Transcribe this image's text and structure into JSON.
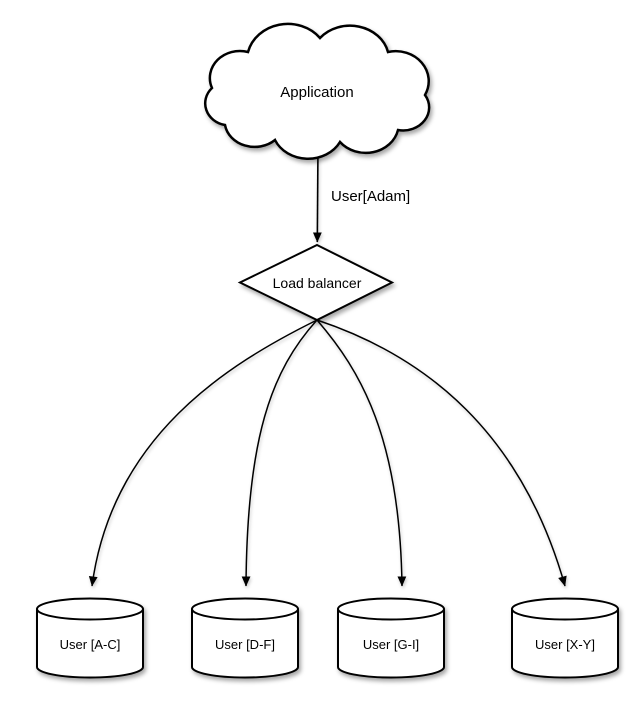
{
  "diagram": {
    "type": "sharding-architecture",
    "nodes": {
      "application": {
        "label": "Application",
        "shape": "cloud"
      },
      "load_balancer": {
        "label": "Load balancer",
        "shape": "diamond"
      },
      "shards": [
        {
          "label": "User [A-C]",
          "shape": "cylinder"
        },
        {
          "label": "User [D-F]",
          "shape": "cylinder"
        },
        {
          "label": "User [G-I]",
          "shape": "cylinder"
        },
        {
          "label": "User [X-Y]",
          "shape": "cylinder"
        }
      ]
    },
    "edges": {
      "app_to_lb": {
        "label": "User[Adam]",
        "from": "application",
        "to": "load_balancer"
      },
      "lb_to_shards": [
        {
          "from": "load_balancer",
          "to": "shard-a-c"
        },
        {
          "from": "load_balancer",
          "to": "shard-d-f"
        },
        {
          "from": "load_balancer",
          "to": "shard-g-i"
        },
        {
          "from": "load_balancer",
          "to": "shard-x-y"
        }
      ]
    },
    "colors": {
      "stroke": "#000000",
      "fill": "#ffffff",
      "background": "#ffffff",
      "text": "#000000"
    }
  }
}
